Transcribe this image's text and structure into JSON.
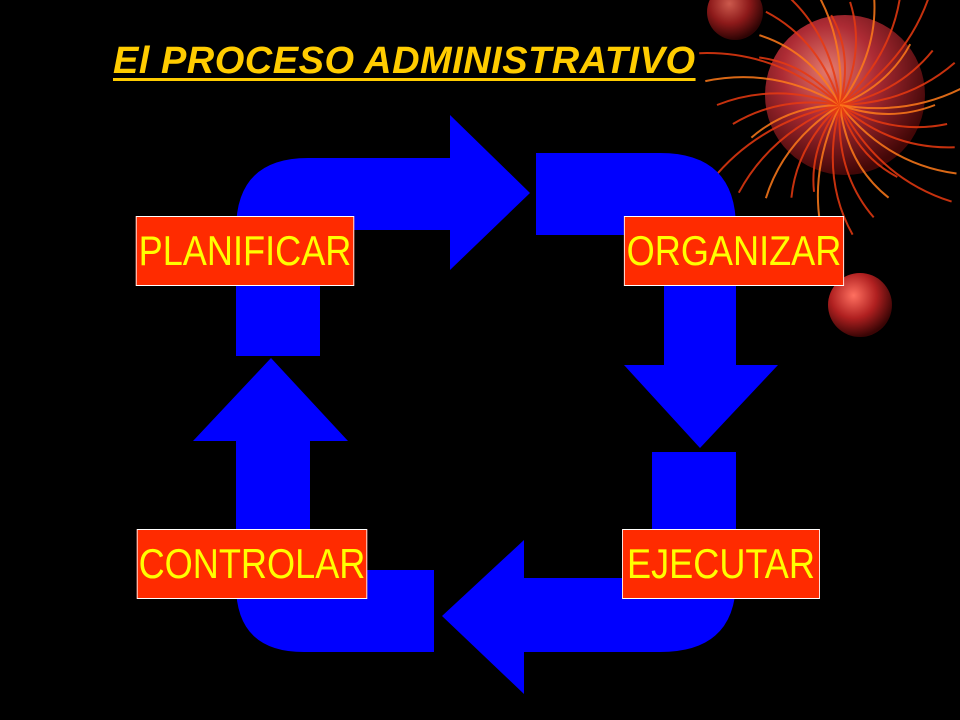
{
  "title": "El PROCESO ADMINISTRATIVO",
  "steps": [
    "PLANIFICAR",
    "ORGANIZAR",
    "EJECUTAR",
    "CONTROLAR"
  ],
  "colors": {
    "background": "#000000",
    "title": "#ffcc00",
    "arrow": "#0000ff",
    "box_fill": "#ff2b00",
    "box_text": "#ffff00",
    "ornament_strands": "#e83a10",
    "ornament_ball": "#b4282a"
  },
  "decoration": "red-christmas-ornaments"
}
